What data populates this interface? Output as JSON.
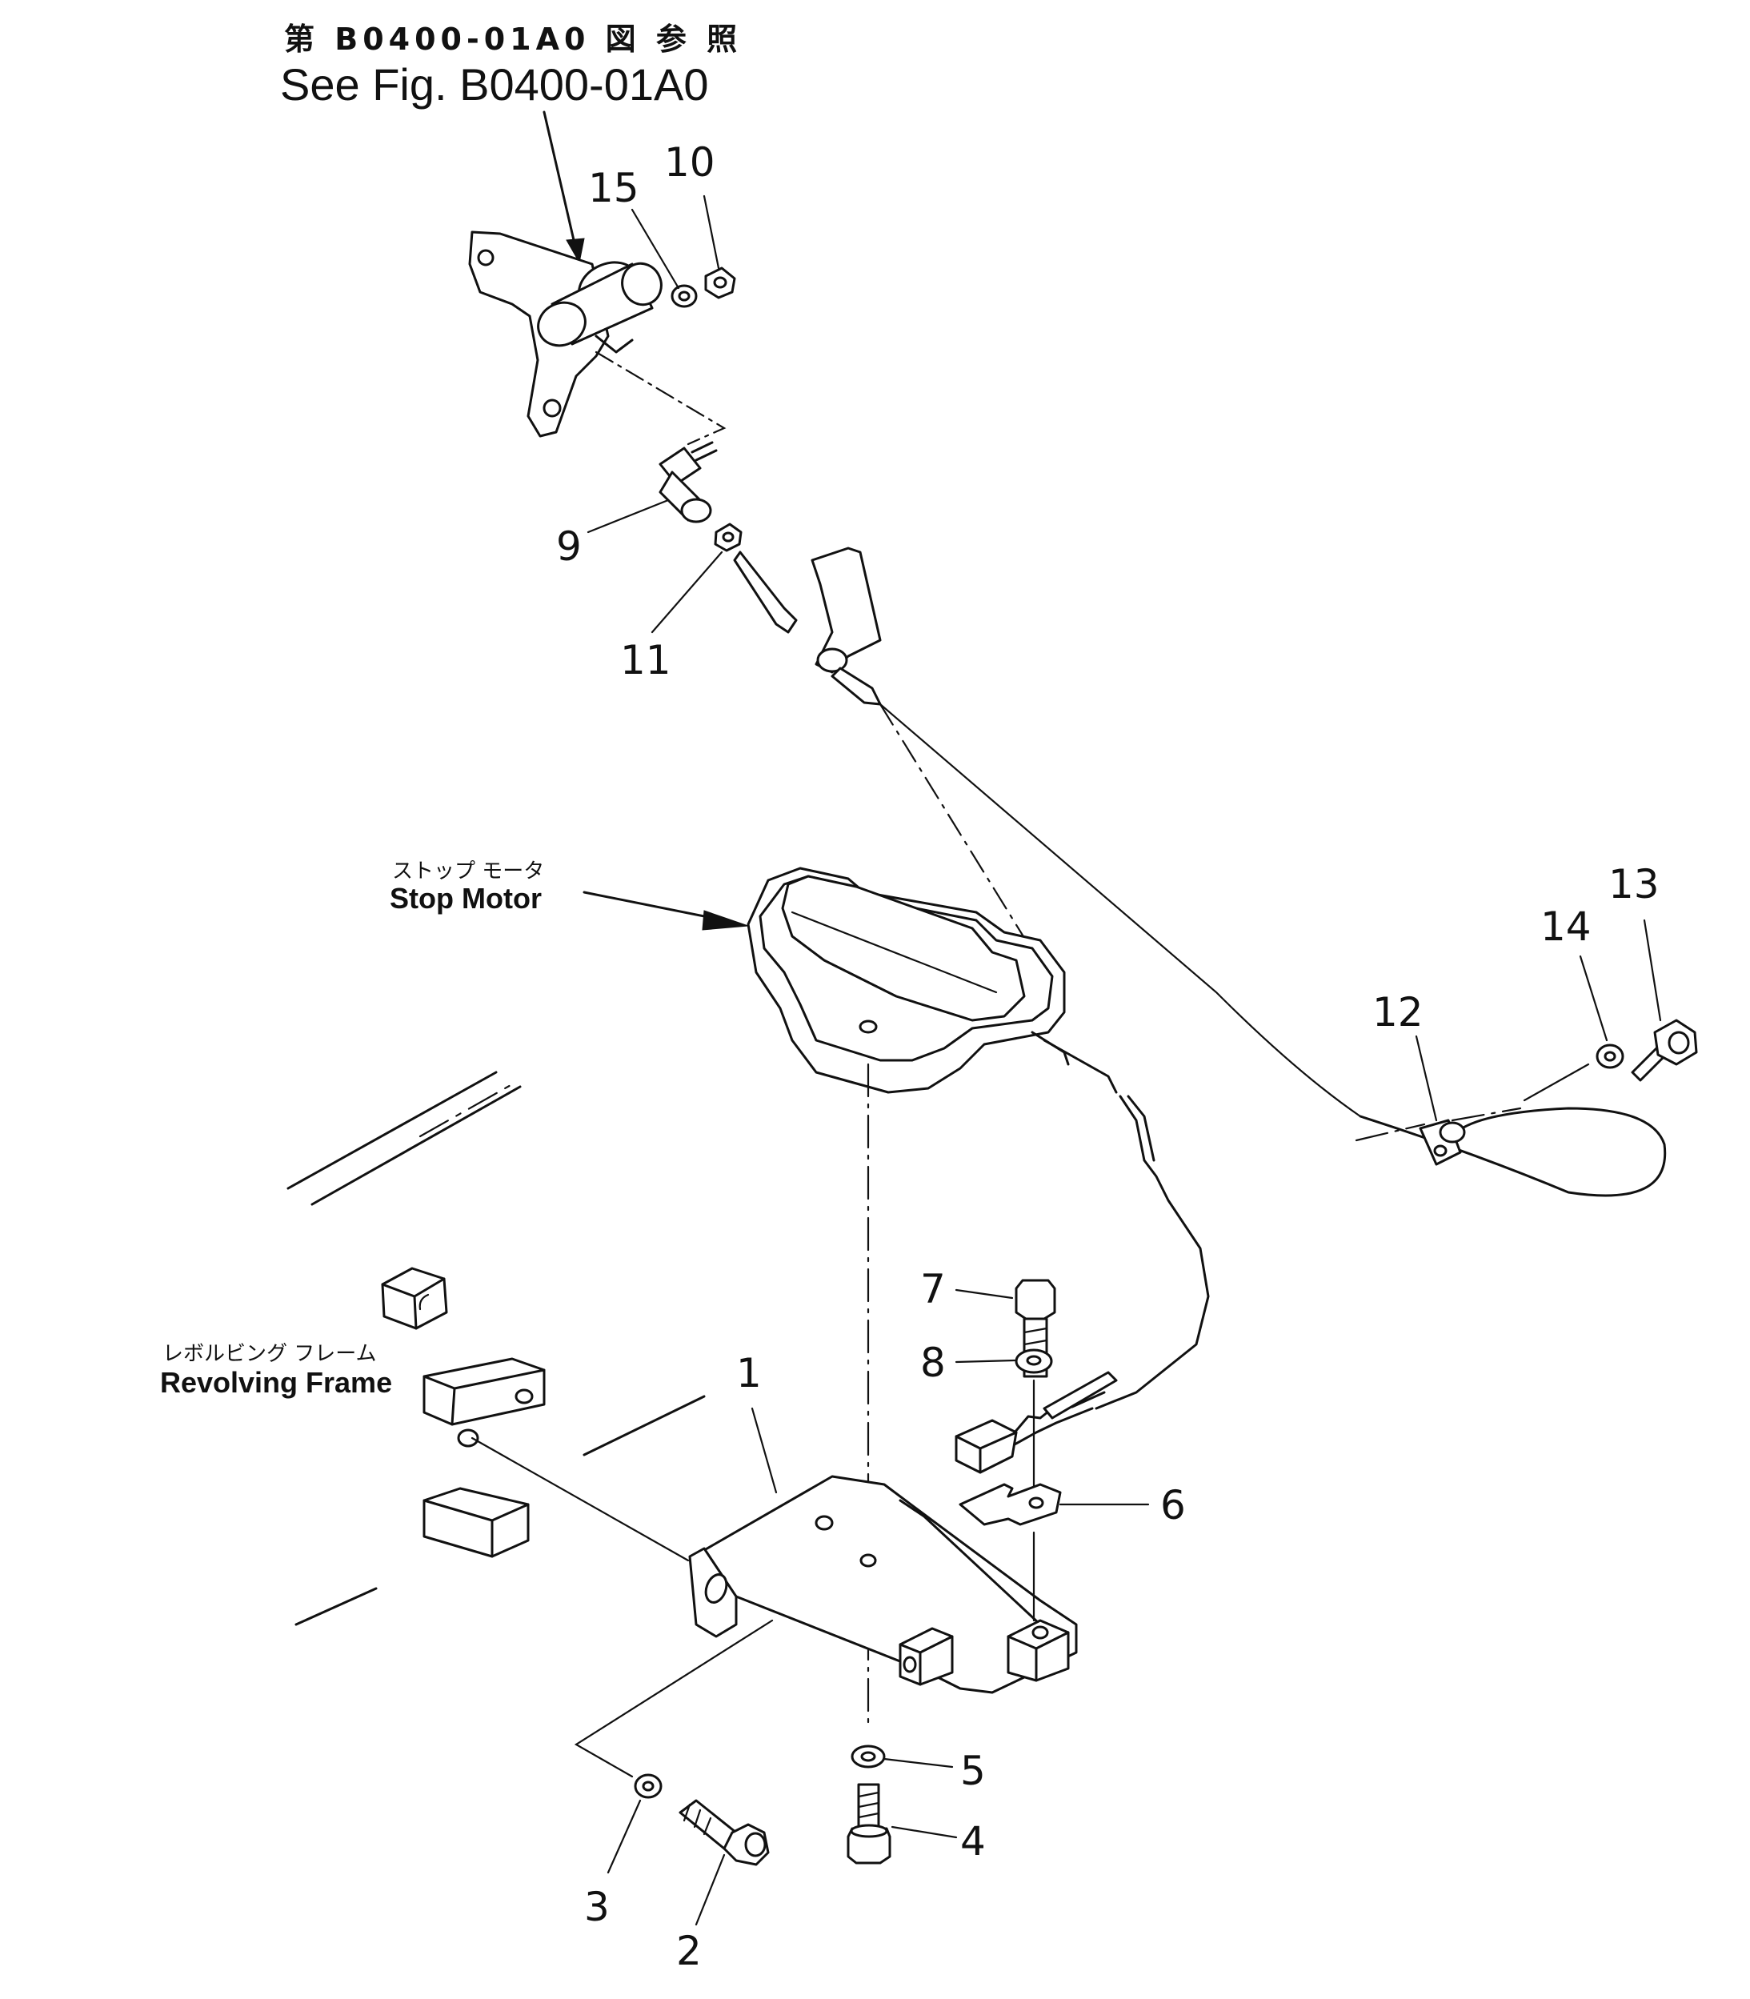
{
  "reference": {
    "japanese": "第 B0400-01A0 図 参 照",
    "english": "See Fig. B0400-01A0"
  },
  "labels": {
    "stop_motor_jp": "ストップ モータ",
    "stop_motor_en": "Stop Motor",
    "revolving_frame_jp": "レボルビング フレーム",
    "revolving_frame_en": "Revolving Frame"
  },
  "callouts": {
    "p1": "1",
    "p2": "2",
    "p3": "3",
    "p4": "4",
    "p5": "5",
    "p6": "6",
    "p7": "7",
    "p8": "8",
    "p9": "9",
    "p10": "10",
    "p11": "11",
    "p12": "12",
    "p13": "13",
    "p14": "14",
    "p15": "15"
  },
  "colors": {
    "ink": "#111111",
    "paper": "#ffffff"
  }
}
